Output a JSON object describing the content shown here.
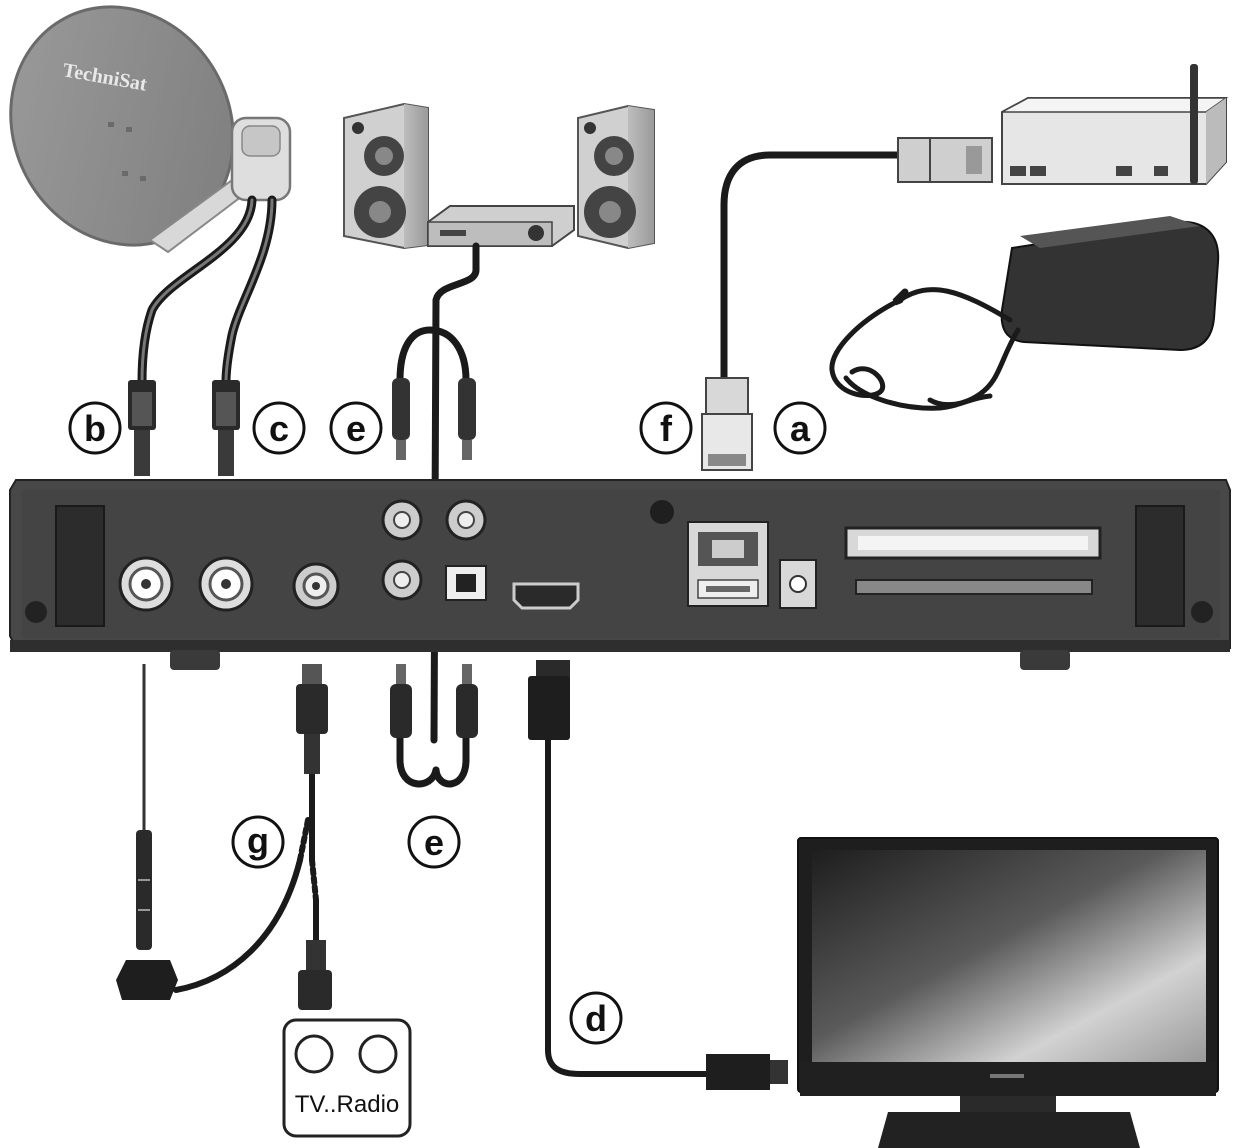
{
  "callouts": {
    "a": "a",
    "b": "b",
    "c": "c",
    "d": "d",
    "e_top": "e",
    "e_bottom": "e",
    "f": "f",
    "g": "g"
  },
  "wall_socket": {
    "label": "TV..Radio"
  },
  "dish": {
    "brand": "TechniSat"
  },
  "colors": {
    "line": "#1a1a1a",
    "receiver_body": "#4a4a4a",
    "receiver_panel": "#3a3a3a",
    "dish": "#8c8c8c",
    "callout_fill": "#ffffff",
    "light_device": "#e4e4e4"
  }
}
